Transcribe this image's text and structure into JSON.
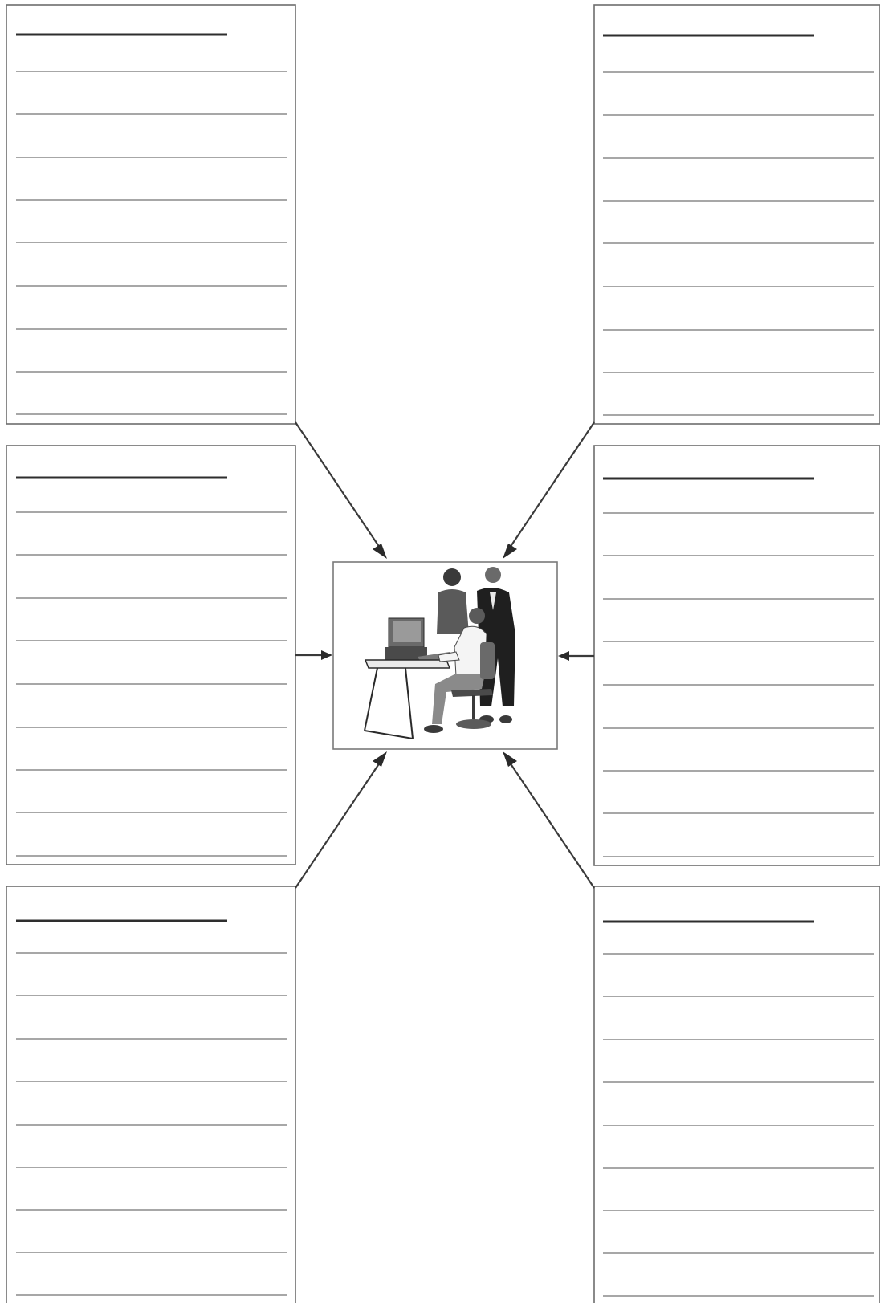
{
  "diagram": {
    "type": "graphic-organizer",
    "panels": [
      {
        "id": "top-left",
        "title": "",
        "lines": [
          "",
          "",
          "",
          "",
          "",
          "",
          "",
          "",
          ""
        ]
      },
      {
        "id": "top-right",
        "title": "",
        "lines": [
          "",
          "",
          "",
          "",
          "",
          "",
          "",
          "",
          ""
        ]
      },
      {
        "id": "middle-left",
        "title": "",
        "lines": [
          "",
          "",
          "",
          "",
          "",
          "",
          "",
          "",
          ""
        ]
      },
      {
        "id": "middle-right",
        "title": "",
        "lines": [
          "",
          "",
          "",
          "",
          "",
          "",
          "",
          "",
          ""
        ]
      },
      {
        "id": "bottom-left",
        "title": "",
        "lines": [
          "",
          "",
          "",
          "",
          "",
          "",
          "",
          "",
          ""
        ]
      },
      {
        "id": "bottom-right",
        "title": "",
        "lines": [
          "",
          "",
          "",
          "",
          "",
          "",
          "",
          "",
          ""
        ]
      }
    ],
    "center_image": "office-workers-at-computer-illustration",
    "connections": [
      {
        "from": "top-left",
        "to": "center"
      },
      {
        "from": "top-right",
        "to": "center"
      },
      {
        "from": "middle-left",
        "to": "center"
      },
      {
        "from": "middle-right",
        "to": "center"
      },
      {
        "from": "bottom-left",
        "to": "center"
      },
      {
        "from": "bottom-right",
        "to": "center"
      }
    ]
  }
}
